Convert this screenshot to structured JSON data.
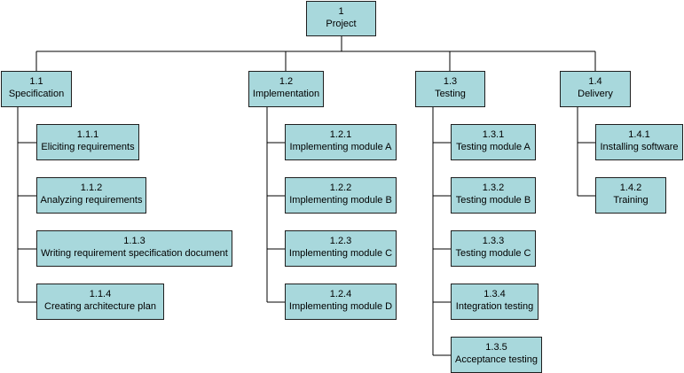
{
  "colors": {
    "node_fill": "#a8d8dc",
    "node_border": "#1f1f1f",
    "connector": "#000000"
  },
  "root": {
    "id": "1",
    "label": "Project"
  },
  "branches": [
    {
      "id": "1.1",
      "label": "Specification",
      "children": [
        {
          "id": "1.1.1",
          "label": "Eliciting requirements"
        },
        {
          "id": "1.1.2",
          "label": "Analyzing requirements"
        },
        {
          "id": "1.1.3",
          "label": "Writing requirement specification document"
        },
        {
          "id": "1.1.4",
          "label": "Creating architecture plan"
        }
      ]
    },
    {
      "id": "1.2",
      "label": "Implementation",
      "children": [
        {
          "id": "1.2.1",
          "label": "Implementing module A"
        },
        {
          "id": "1.2.2",
          "label": "Implementing module B"
        },
        {
          "id": "1.2.3",
          "label": "Implementing module C"
        },
        {
          "id": "1.2.4",
          "label": "Implementing module D"
        }
      ]
    },
    {
      "id": "1.3",
      "label": "Testing",
      "children": [
        {
          "id": "1.3.1",
          "label": "Testing module A"
        },
        {
          "id": "1.3.2",
          "label": "Testing module B"
        },
        {
          "id": "1.3.3",
          "label": "Testing module C"
        },
        {
          "id": "1.3.4",
          "label": "Integration testing"
        },
        {
          "id": "1.3.5",
          "label": "Acceptance testing"
        }
      ]
    },
    {
      "id": "1.4",
      "label": "Delivery",
      "children": [
        {
          "id": "1.4.1",
          "label": "Installing software"
        },
        {
          "id": "1.4.2",
          "label": "Training"
        }
      ]
    }
  ]
}
